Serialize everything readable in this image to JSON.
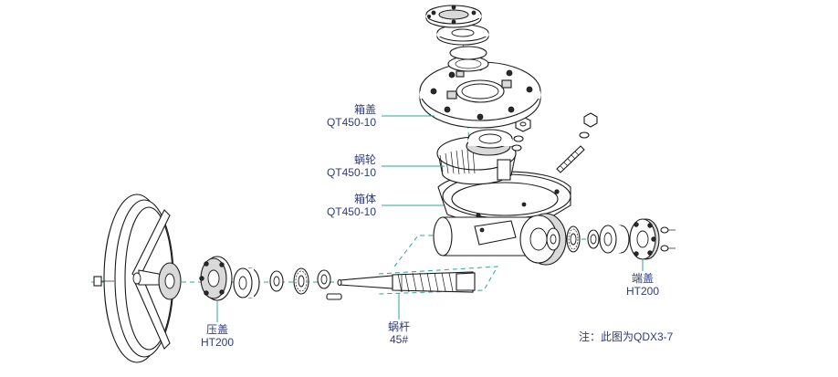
{
  "labels": {
    "box_cover": {
      "name": "箱盖",
      "material": "QT450-10"
    },
    "worm_wheel": {
      "name": "蜗轮",
      "material": "QT450-10"
    },
    "box_body": {
      "name": "箱体",
      "material": "QT450-10"
    },
    "end_cover": {
      "name": "端盖",
      "material": "HT200"
    },
    "gland": {
      "name": "压盖",
      "material": "HT200"
    },
    "worm": {
      "name": "蜗杆",
      "material": "45#"
    }
  },
  "note": "注：此图为QDX3-7",
  "colors": {
    "leader": "#2aa89a",
    "label_text": "#2f3b7a",
    "line": "#1a1a1a"
  }
}
